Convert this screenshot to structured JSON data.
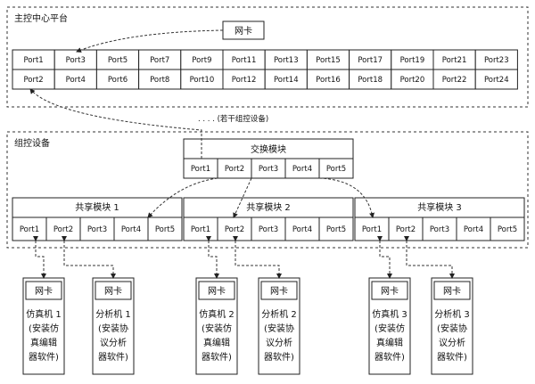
{
  "platform": {
    "title": "主控中心平台",
    "nic": "网卡",
    "ports_top": [
      "Port1",
      "Port3",
      "Port5",
      "Port7",
      "Port9",
      "Port11",
      "Port13",
      "Port15",
      "Port17",
      "Port19",
      "Port21",
      "Port23"
    ],
    "ports_bottom": [
      "Port2",
      "Port4",
      "Port6",
      "Port8",
      "Port10",
      "Port12",
      "Port14",
      "Port16",
      "Port18",
      "Port20",
      "Port22",
      "Port24"
    ]
  },
  "ellipsis_note": ". . . . (若干组控设备)",
  "group": {
    "title": "组控设备",
    "switch": {
      "title": "交换模块",
      "ports": [
        "Port1",
        "Port2",
        "Port3",
        "Port4",
        "Port5"
      ]
    },
    "shares": [
      {
        "title": "共享模块 1",
        "ports": [
          "Port1",
          "Port2",
          "Port3",
          "Port4",
          "Port5"
        ]
      },
      {
        "title": "共享模块 2",
        "ports": [
          "Port1",
          "Port2",
          "Port3",
          "Port4",
          "Port5"
        ]
      },
      {
        "title": "共享模块 3",
        "ports": [
          "Port1",
          "Port2",
          "Port3",
          "Port4",
          "Port5"
        ]
      }
    ]
  },
  "machines": [
    {
      "nic": "网卡",
      "lines": [
        "仿真机 1",
        "(安装仿",
        "真编辑",
        "器软件)"
      ]
    },
    {
      "nic": "网卡",
      "lines": [
        "分析机 1",
        "(安装协",
        "议分析",
        "器软件)"
      ]
    },
    {
      "nic": "网卡",
      "lines": [
        "仿真机 2",
        "(安装仿",
        "真编辑",
        "器软件)"
      ]
    },
    {
      "nic": "网卡",
      "lines": [
        "分析机 2",
        "(安装协",
        "议分析",
        "器软件)"
      ]
    },
    {
      "nic": "网卡",
      "lines": [
        "仿真机 3",
        "(安装仿",
        "真编辑",
        "器软件)"
      ]
    },
    {
      "nic": "网卡",
      "lines": [
        "分析机 3",
        "(安装协",
        "议分析",
        "器软件)"
      ]
    }
  ]
}
